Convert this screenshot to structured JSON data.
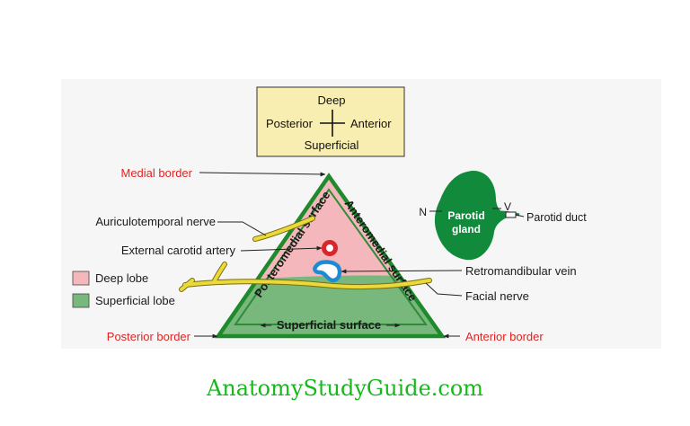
{
  "orientation": {
    "deep": "Deep",
    "posterior": "Posterior",
    "anterior": "Anterior",
    "superficial": "Superficial"
  },
  "borders": {
    "medial": "Medial border",
    "posterior": "Posterior border",
    "anterior": "Anterior border"
  },
  "surfaces": {
    "posteromedial": "Posteromedial surface",
    "anteromedial": "Anteromedial surface",
    "superficial": "Superficial surface"
  },
  "structures": {
    "auriculotemporal_nerve": "Auriculotemporal nerve",
    "external_carotid_artery": "External carotid artery",
    "retromandibular_vein": "Retromandibular vein",
    "facial_nerve": "Facial nerve"
  },
  "legend": {
    "deep_lobe": "Deep lobe",
    "superficial_lobe": "Superficial lobe"
  },
  "inset": {
    "gland_line1": "Parotid",
    "gland_line2": "gland",
    "n_label": "N",
    "v_label": "V",
    "duct": "Parotid duct"
  },
  "colors": {
    "deep_lobe": "#f4b8bc",
    "superficial_lobe": "#79b87d",
    "gland": "#128a3b",
    "nerve": "#ebd93a",
    "artery": "#d8262a",
    "vein": "#1f8ad4",
    "border_label": "#e02424",
    "watermark": "#18b81d"
  },
  "watermark": "AnatomyStudyGuide.com"
}
